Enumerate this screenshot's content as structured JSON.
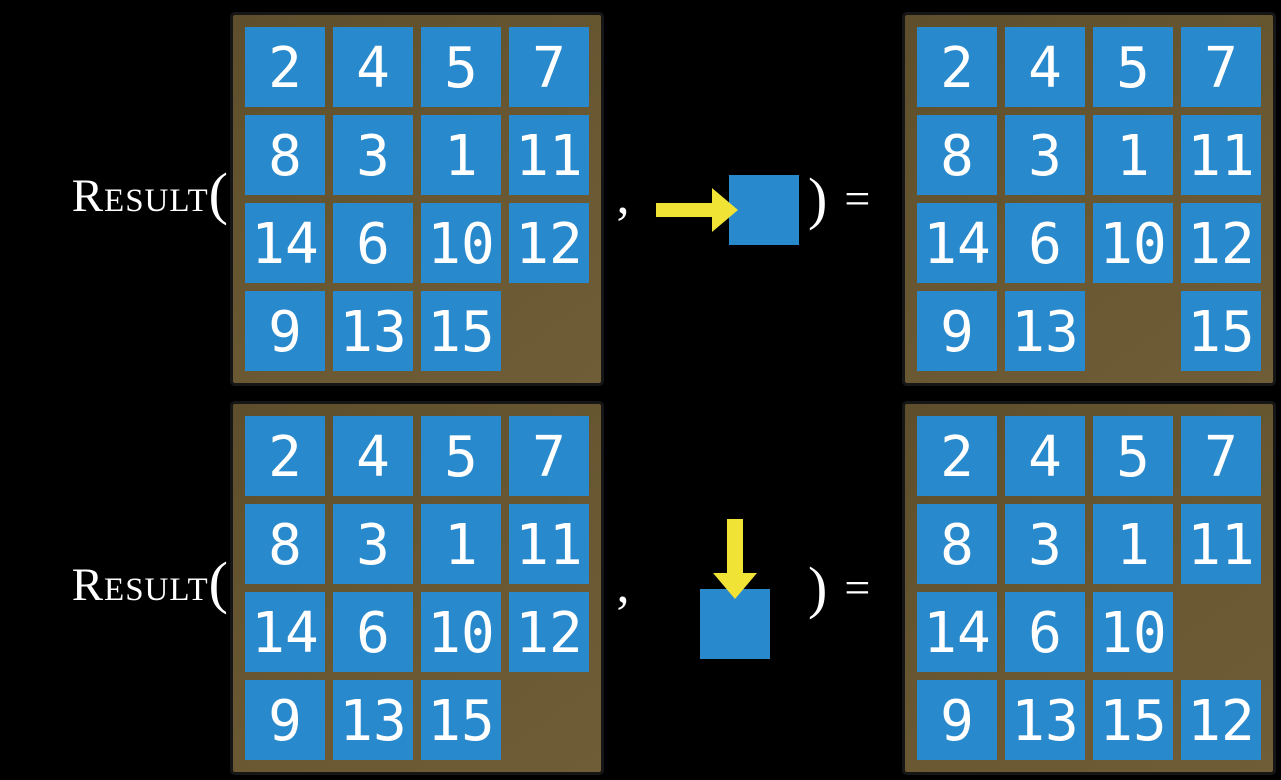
{
  "colors": {
    "background": "#000000",
    "tile": "#288acd",
    "frame": "#695832",
    "arrow": "#f0e335",
    "text": "#ffffff"
  },
  "examples": [
    {
      "function_name": "Result",
      "open_paren": "(",
      "comma": ",",
      "close_paren": ")",
      "equals": "=",
      "action": "slide-tile-right",
      "action_icon": "arrow-right-icon",
      "input_grid": [
        [
          "2",
          "4",
          "5",
          "7"
        ],
        [
          "8",
          "3",
          "1",
          "11"
        ],
        [
          "14",
          "6",
          "10",
          "12"
        ],
        [
          "9",
          "13",
          "15",
          ""
        ]
      ],
      "output_grid": [
        [
          "2",
          "4",
          "5",
          "7"
        ],
        [
          "8",
          "3",
          "1",
          "11"
        ],
        [
          "14",
          "6",
          "10",
          "12"
        ],
        [
          "9",
          "13",
          "",
          "15"
        ]
      ]
    },
    {
      "function_name": "Result",
      "open_paren": "(",
      "comma": ",",
      "close_paren": ")",
      "equals": "=",
      "action": "slide-tile-down",
      "action_icon": "arrow-down-icon",
      "input_grid": [
        [
          "2",
          "4",
          "5",
          "7"
        ],
        [
          "8",
          "3",
          "1",
          "11"
        ],
        [
          "14",
          "6",
          "10",
          "12"
        ],
        [
          "9",
          "13",
          "15",
          ""
        ]
      ],
      "output_grid": [
        [
          "2",
          "4",
          "5",
          "7"
        ],
        [
          "8",
          "3",
          "1",
          "11"
        ],
        [
          "14",
          "6",
          "10",
          ""
        ],
        [
          "9",
          "13",
          "15",
          "12"
        ]
      ]
    }
  ]
}
